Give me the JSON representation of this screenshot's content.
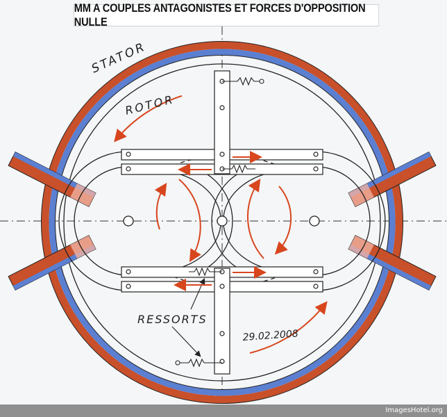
{
  "title": "MM A COUPLES ANTAGONISTES ET FORCES D'OPPOSITION NULLE",
  "labels": {
    "stator": "STATOR",
    "rotor": "ROTOR",
    "ressorts": "RESSORTS",
    "date": "29.02.2008"
  },
  "watermark": "ImagesHotel.org",
  "colors": {
    "stator_orange": "#c8502a",
    "stator_blue": "#5b7fd1",
    "arrow_red": "#d8461e",
    "line": "#222222"
  }
}
